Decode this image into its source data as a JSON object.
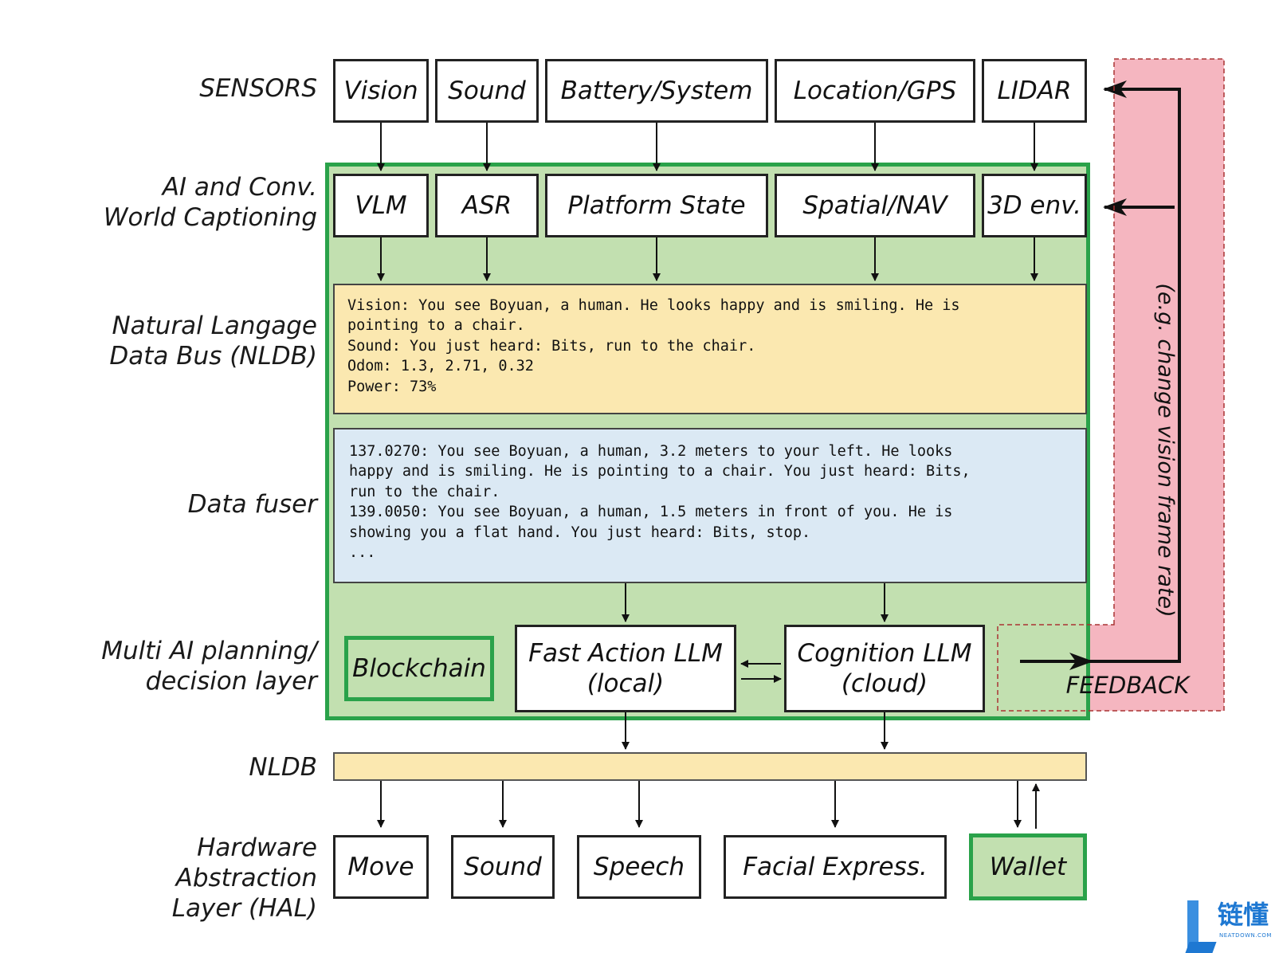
{
  "row_labels": {
    "sensors": "SENSORS",
    "captioning": "AI and Conv.\nWorld Captioning",
    "nldb_bus": "Natural Langage\nData Bus (NLDB)",
    "data_fuser": "Data fuser",
    "planning": "Multi AI planning/\ndecision layer",
    "nldb": "NLDB",
    "hal": "Hardware Abstraction\nLayer (HAL)"
  },
  "sensors": [
    "Vision",
    "Sound",
    "Battery/System",
    "Location/GPS",
    "LIDAR"
  ],
  "captioning": [
    "VLM",
    "ASR",
    "Platform State",
    "Spatial/NAV",
    "3D env."
  ],
  "nldb_text": "Vision: You see Boyuan, a human. He looks happy and is smiling. He is\npointing to a chair.\nSound: You just heard: Bits, run to the chair.\nOdom: 1.3, 2.71, 0.32\nPower: 73%",
  "fuser_text": "137.0270: You see Boyuan, a human, 3.2 meters to your left. He looks\nhappy and is smiling. He is pointing to a chair. You just heard: Bits,\nrun to the chair.\n139.0050: You see Boyuan, a human, 1.5 meters in front of you. He is\nshowing you a flat hand. You just heard: Bits, stop.\n...",
  "planning": {
    "blockchain": "Blockchain",
    "fast_action": "Fast Action LLM\n(local)",
    "cognition": "Cognition LLM\n(cloud)"
  },
  "feedback": {
    "label": "FEEDBACK",
    "note": "(e.g. change vision frame rate)"
  },
  "hal": [
    "Move",
    "Sound",
    "Speech",
    "Facial Express.",
    "Wallet"
  ],
  "watermark": {
    "cn": "链懂",
    "en": "NEATDOWN.COM"
  },
  "colors": {
    "green_fill": "#c2e0b0",
    "green_border": "#2aa24a",
    "nldb_fill": "#fbe8b0",
    "fuser_fill": "#dbe9f4",
    "feedback_fill": "#f5b6c0",
    "watermark_blue": "#1e78d2"
  }
}
